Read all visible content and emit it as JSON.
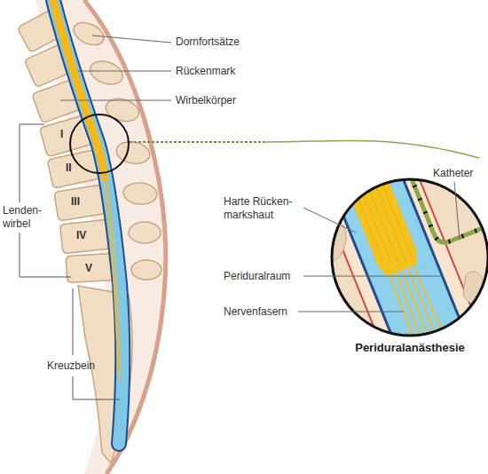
{
  "diagram": {
    "labels": [
      "Dornfortsätze",
      "Rückenmark",
      "Wirbelkörper",
      "I",
      "II",
      "III",
      "IV",
      "V",
      "Lenden- wirbel",
      "Kreuzbein",
      "Katheter",
      "Harte Rücken- markshaut",
      "Periduralraum",
      "Nervenfasern",
      "Periduralanästhesie"
    ]
  }
}
